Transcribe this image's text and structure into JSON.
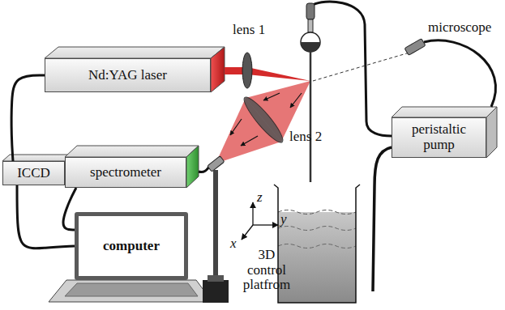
{
  "diagram": {
    "nodes": [
      {
        "text": [
          "Nd:YAG laser"
        ]
      },
      {
        "text": [
          "ICCD"
        ]
      },
      {
        "text": [
          "spectrometer"
        ]
      },
      {
        "text": [
          "peristaltic pump"
        ]
      },
      {
        "text": [
          "computer"
        ]
      }
    ],
    "edges": [
      {
        "from": 0,
        "to": 1,
        "arrow": "none"
      },
      {
        "from": 1,
        "to": 4,
        "arrow": "none"
      },
      {
        "from": 2,
        "to": 4,
        "arrow": "none"
      }
    ],
    "labels": [
      "lens 1",
      "lens 2",
      "microscope",
      "z",
      "y",
      "x",
      "3D control platfrom"
    ]
  }
}
